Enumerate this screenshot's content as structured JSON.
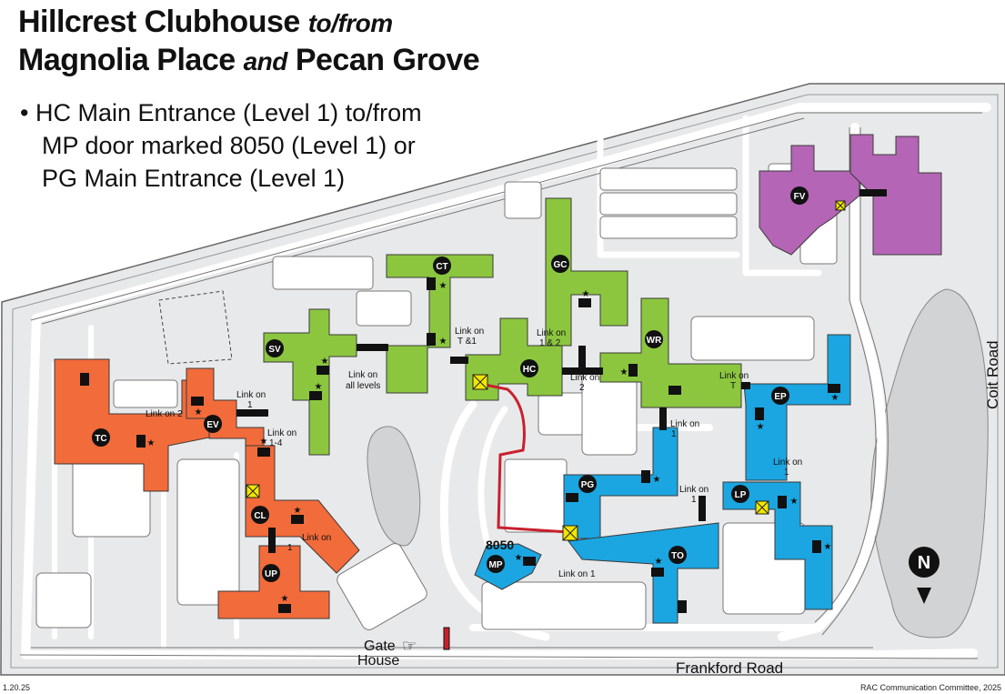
{
  "title": {
    "line1_a": "Hillcrest Clubhouse",
    "line1_b": "to/from",
    "line2_a": "Magnolia Place",
    "line2_b": "and",
    "line2_c": "Pecan Grove"
  },
  "bullet": {
    "mark": "•",
    "line1": "HC Main Entrance (Level 1) to/from",
    "line2": "MP door marked 8050 (Level 1) or",
    "line3": "PG Main Entrance (Level 1)"
  },
  "colors": {
    "green": "#8cc63f",
    "orange": "#f26b3a",
    "blue": "#1ba6e1",
    "purple": "#b565b5",
    "route": "#c8202e",
    "lake": "#d1d3d4",
    "ground": "#e8e9ea",
    "elevator": "#f2e600"
  },
  "buildings": {
    "hc": "HC",
    "ct": "CT",
    "gc": "GC",
    "sv": "SV",
    "wr": "WR",
    "fv": "FV",
    "tc": "TC",
    "ev": "EV",
    "cl": "CL",
    "up": "UP",
    "ep": "EP",
    "pg": "PG",
    "lp": "LP",
    "to": "TO",
    "mp": "MP"
  },
  "links": {
    "link_on_2_ev": "Link on 2",
    "link_on_1_ev": [
      "Link on",
      "1"
    ],
    "link_on_1_4": [
      "Link on",
      "1-4"
    ],
    "link_all_levels": [
      "Link on",
      "all levels"
    ],
    "link_t_1": [
      "Link on",
      "T &1"
    ],
    "link_1_2": [
      "Link on",
      "1 & 2"
    ],
    "link_on_2_hc": [
      "Link on",
      "2"
    ],
    "link_on_t": [
      "Link on",
      "T"
    ],
    "link_on_1_wr": [
      "Link on",
      "1"
    ],
    "link_on_1_ep": [
      "Link on",
      "1"
    ],
    "link_on_1_lp": [
      "Link on",
      "1"
    ],
    "link_on_1_cl": [
      "Link on",
      "1"
    ],
    "link_on_1_mp": "Link on 1"
  },
  "door_label": "8050",
  "roads": {
    "coit": "Coit Road",
    "frankford": "Frankford Road"
  },
  "gate_house": [
    "Gate",
    "House"
  ],
  "compass": "N",
  "footer": {
    "date": "1.20.25",
    "credit": "RAC Communication Committee, 2025"
  }
}
